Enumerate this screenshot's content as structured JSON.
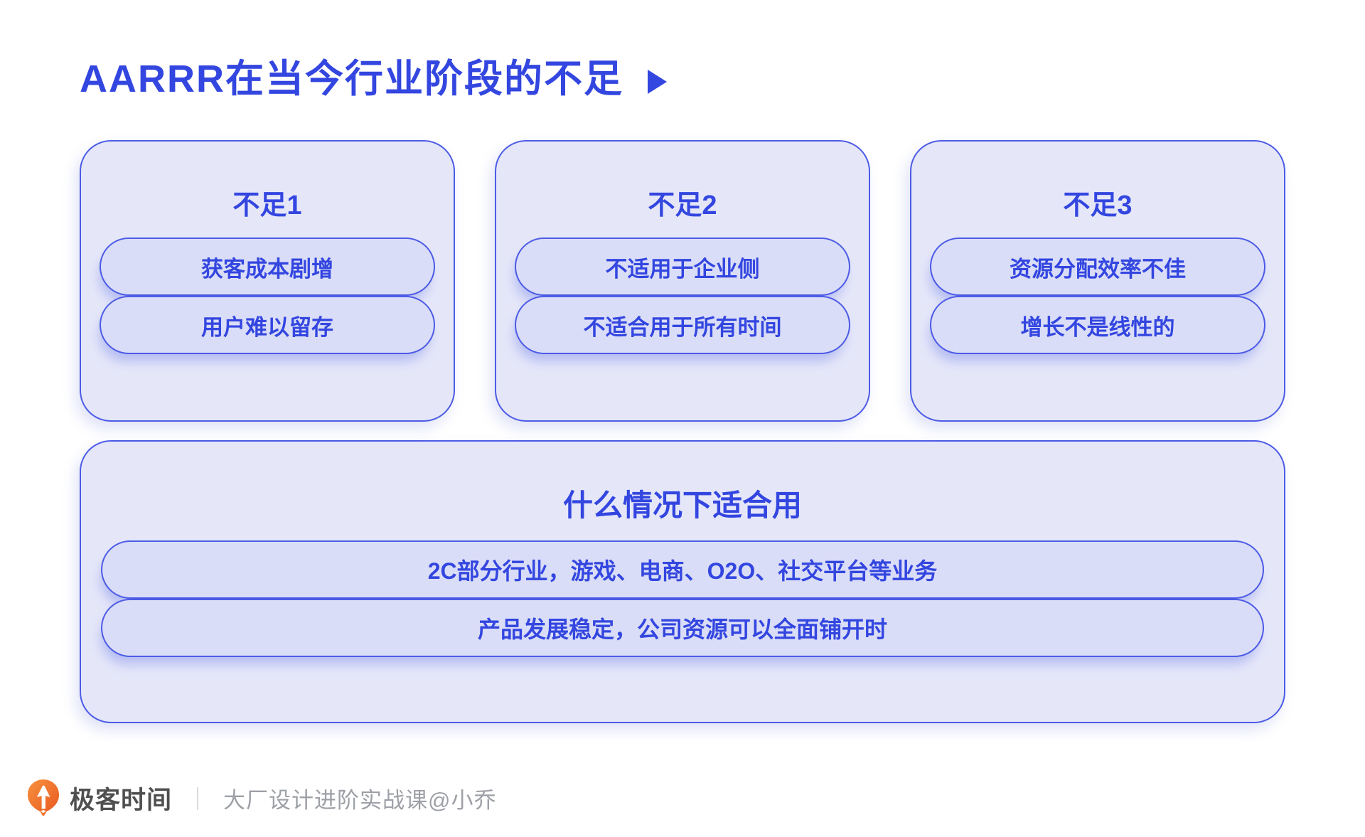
{
  "title": {
    "text": "AARRR在当今行业阶段的不足",
    "arrow_icon": "play-triangle"
  },
  "cards": [
    {
      "heading": "不足1",
      "pills": [
        "获客成本剧增",
        "用户难以留存"
      ]
    },
    {
      "heading": "不足2",
      "pills": [
        "不适用于企业侧",
        "不适合用于所有时间"
      ]
    },
    {
      "heading": "不足3",
      "pills": [
        "资源分配效率不佳",
        "增长不是线性的"
      ]
    }
  ],
  "bottom_card": {
    "heading": "什么情况下适合用",
    "pills": [
      "2C部分行业，游戏、电商、O2O、社交平台等业务",
      "产品发展稳定，公司资源可以全面铺开时"
    ]
  },
  "footer": {
    "brand": "极客时间",
    "divider": "｜",
    "course": "大厂设计进阶实战课@小乔"
  },
  "colors": {
    "accent": "#3346E0",
    "card_bg": "#E5E7F9",
    "pill_bg": "#DADDF7",
    "border_blue": "#4C5BE6",
    "brand_orange": "#EE6A23",
    "brand_text": "#4F4F4F",
    "footer_gray": "#9DA0A6"
  }
}
